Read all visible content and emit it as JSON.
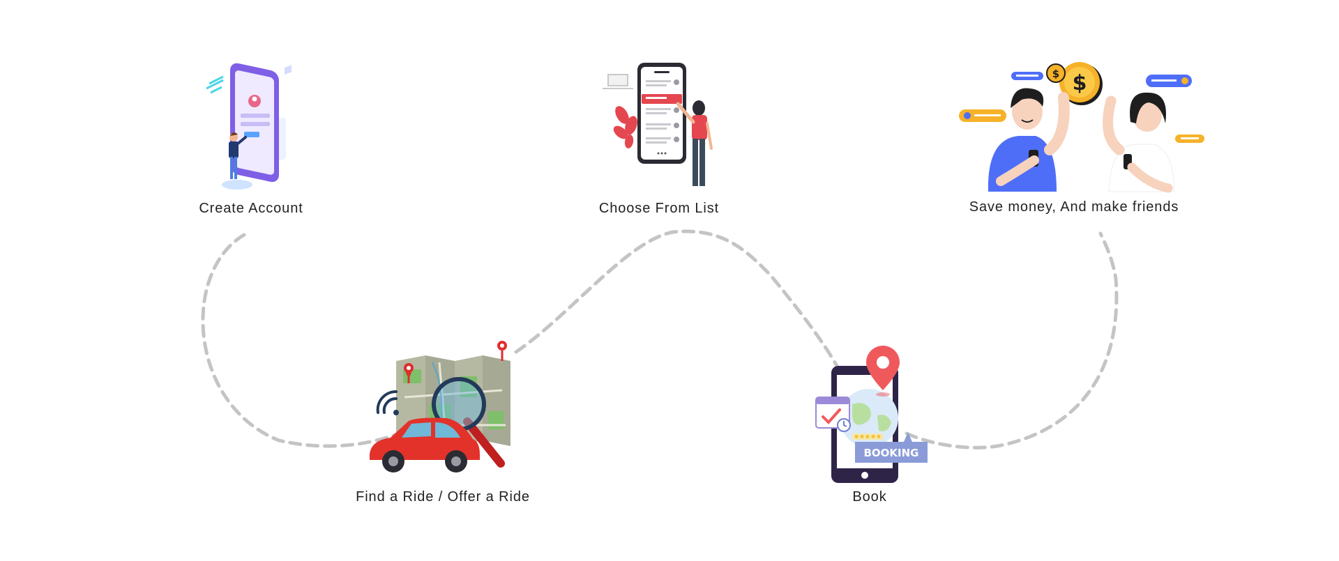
{
  "colors": {
    "path": "#c4c4c4",
    "label": "#222222",
    "phone_purple": "#9b7bf2",
    "accent_red": "#e4474f",
    "car_red": "#e2322a",
    "gold": "#f6b228",
    "blue_shirt": "#4f6ef7",
    "booking_badge": "#8a9bd8"
  },
  "steps": [
    {
      "label": "Create Account",
      "illustration": "phone-signup-illustration"
    },
    {
      "label": "Choose From List",
      "illustration": "phone-list-selection-illustration"
    },
    {
      "label": "Save money, And make friends",
      "illustration": "friends-coins-illustration"
    },
    {
      "label": "Find a Ride / Offer a Ride",
      "illustration": "map-car-magnifier-illustration"
    },
    {
      "label": "Book",
      "illustration": "phone-booking-illustration"
    }
  ]
}
